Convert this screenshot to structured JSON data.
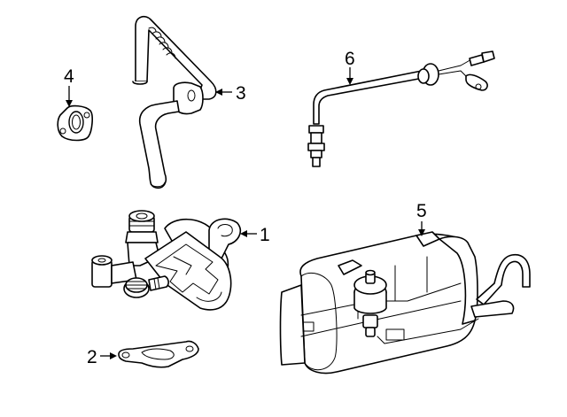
{
  "diagram": {
    "type": "exploded parts diagram",
    "callouts": [
      {
        "id": "1",
        "label": "1",
        "part": "egr-valve"
      },
      {
        "id": "2",
        "label": "2",
        "part": "egr-valve-gasket"
      },
      {
        "id": "3",
        "label": "3",
        "part": "egr-tube"
      },
      {
        "id": "4",
        "label": "4",
        "part": "tube-flange-gasket"
      },
      {
        "id": "5",
        "label": "5",
        "part": "vapor-canister"
      },
      {
        "id": "6",
        "label": "6",
        "part": "oxygen-sensor"
      }
    ],
    "colors": {
      "line": "#000000",
      "background": "#ffffff"
    }
  }
}
